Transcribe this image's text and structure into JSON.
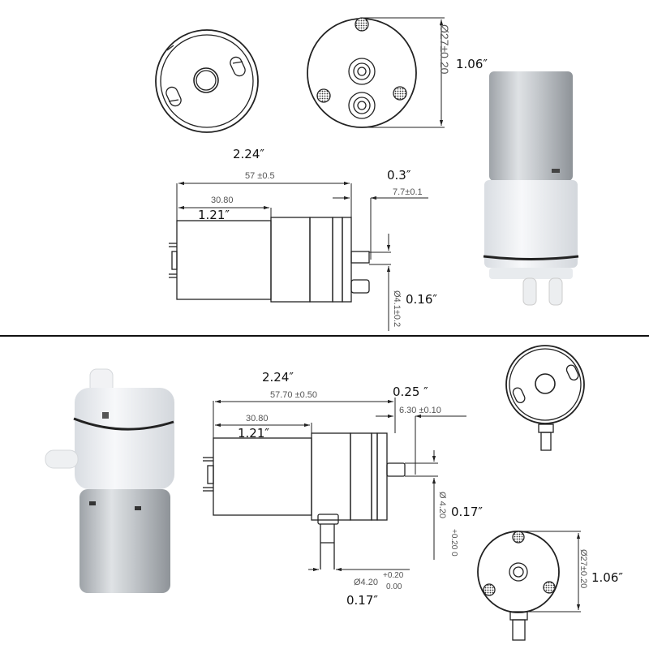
{
  "top_panel": {
    "end_view_left": {
      "label": "rear-end-view"
    },
    "end_view_right": {
      "diameter": "Ø27±0.20",
      "diameter_in": "1.06″"
    },
    "side_view": {
      "overall_length": "57 ±0.5",
      "overall_length_in": "2.24″",
      "motor_length": "30.80",
      "motor_length_in": "1.21″",
      "nozzle_length": "7.7±0.1",
      "nozzle_length_in": "0.3″",
      "nozzle_diameter": "Ø4.1±0.2",
      "nozzle_diameter_in": "0.16″"
    },
    "photo": {
      "label": "pump-photo-top"
    }
  },
  "bottom_panel": {
    "photo": {
      "label": "pump-photo-bottom"
    },
    "side_view": {
      "overall_length": "57.70 ±0.50",
      "overall_length_in": "2.24″",
      "motor_length": "30.80",
      "motor_length_in": "1.21″",
      "nozzle_length": "6.30  ±0.10",
      "nozzle_length_in": "0.25 ″",
      "nozzle_diameter": "Ø 4.20",
      "nozzle_diameter_tol": "+0.20 0",
      "nozzle_diameter_in": "0.17″",
      "bottom_nozzle_diameter": "Ø4.20",
      "bottom_nozzle_tol_upper": "+0.20",
      "bottom_nozzle_tol_lower": "0.00",
      "bottom_nozzle_diameter_in": "0.17″"
    },
    "end_view_top": {
      "label": "rear-end-view"
    },
    "end_view_bottom": {
      "diameter": "Ø27±0.20",
      "diameter_in": "1.06″"
    }
  },
  "colors": {
    "line": "#222222",
    "dim_text": "#555555",
    "metal": "#b8bcc0",
    "plastic": "#eef0f2"
  }
}
